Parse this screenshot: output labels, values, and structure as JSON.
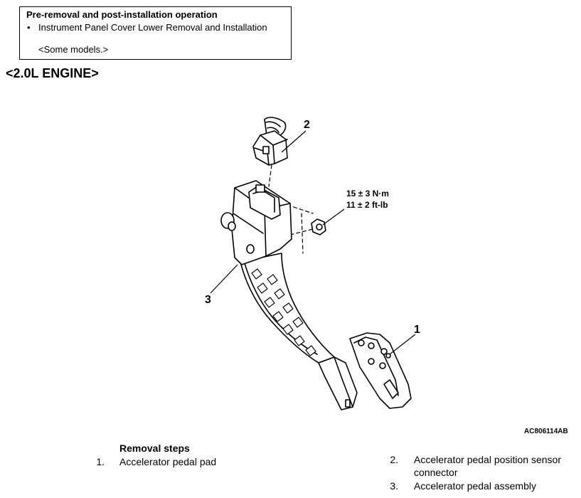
{
  "note": {
    "title": "Pre-removal and post-installation operation",
    "bullet": "•",
    "item": "Instrument Panel Cover Lower Removal and Installation",
    "sub": "<Some models.>"
  },
  "engine_title": "<2.0L ENGINE>",
  "figure": {
    "callouts": [
      "1",
      "2",
      "3"
    ],
    "torque_line1": "15 ± 3 N·m",
    "torque_line2": "11 ± 2 ft-lb",
    "code": "AC806114AB"
  },
  "removal": {
    "title": "Removal steps",
    "steps": [
      {
        "num": "1.",
        "text": "Accelerator pedal pad"
      },
      {
        "num": "2.",
        "text_line1": "Accelerator pedal position sensor",
        "text_line2": "connector"
      },
      {
        "num": "3.",
        "text": "Accelerator pedal assembly"
      }
    ]
  }
}
